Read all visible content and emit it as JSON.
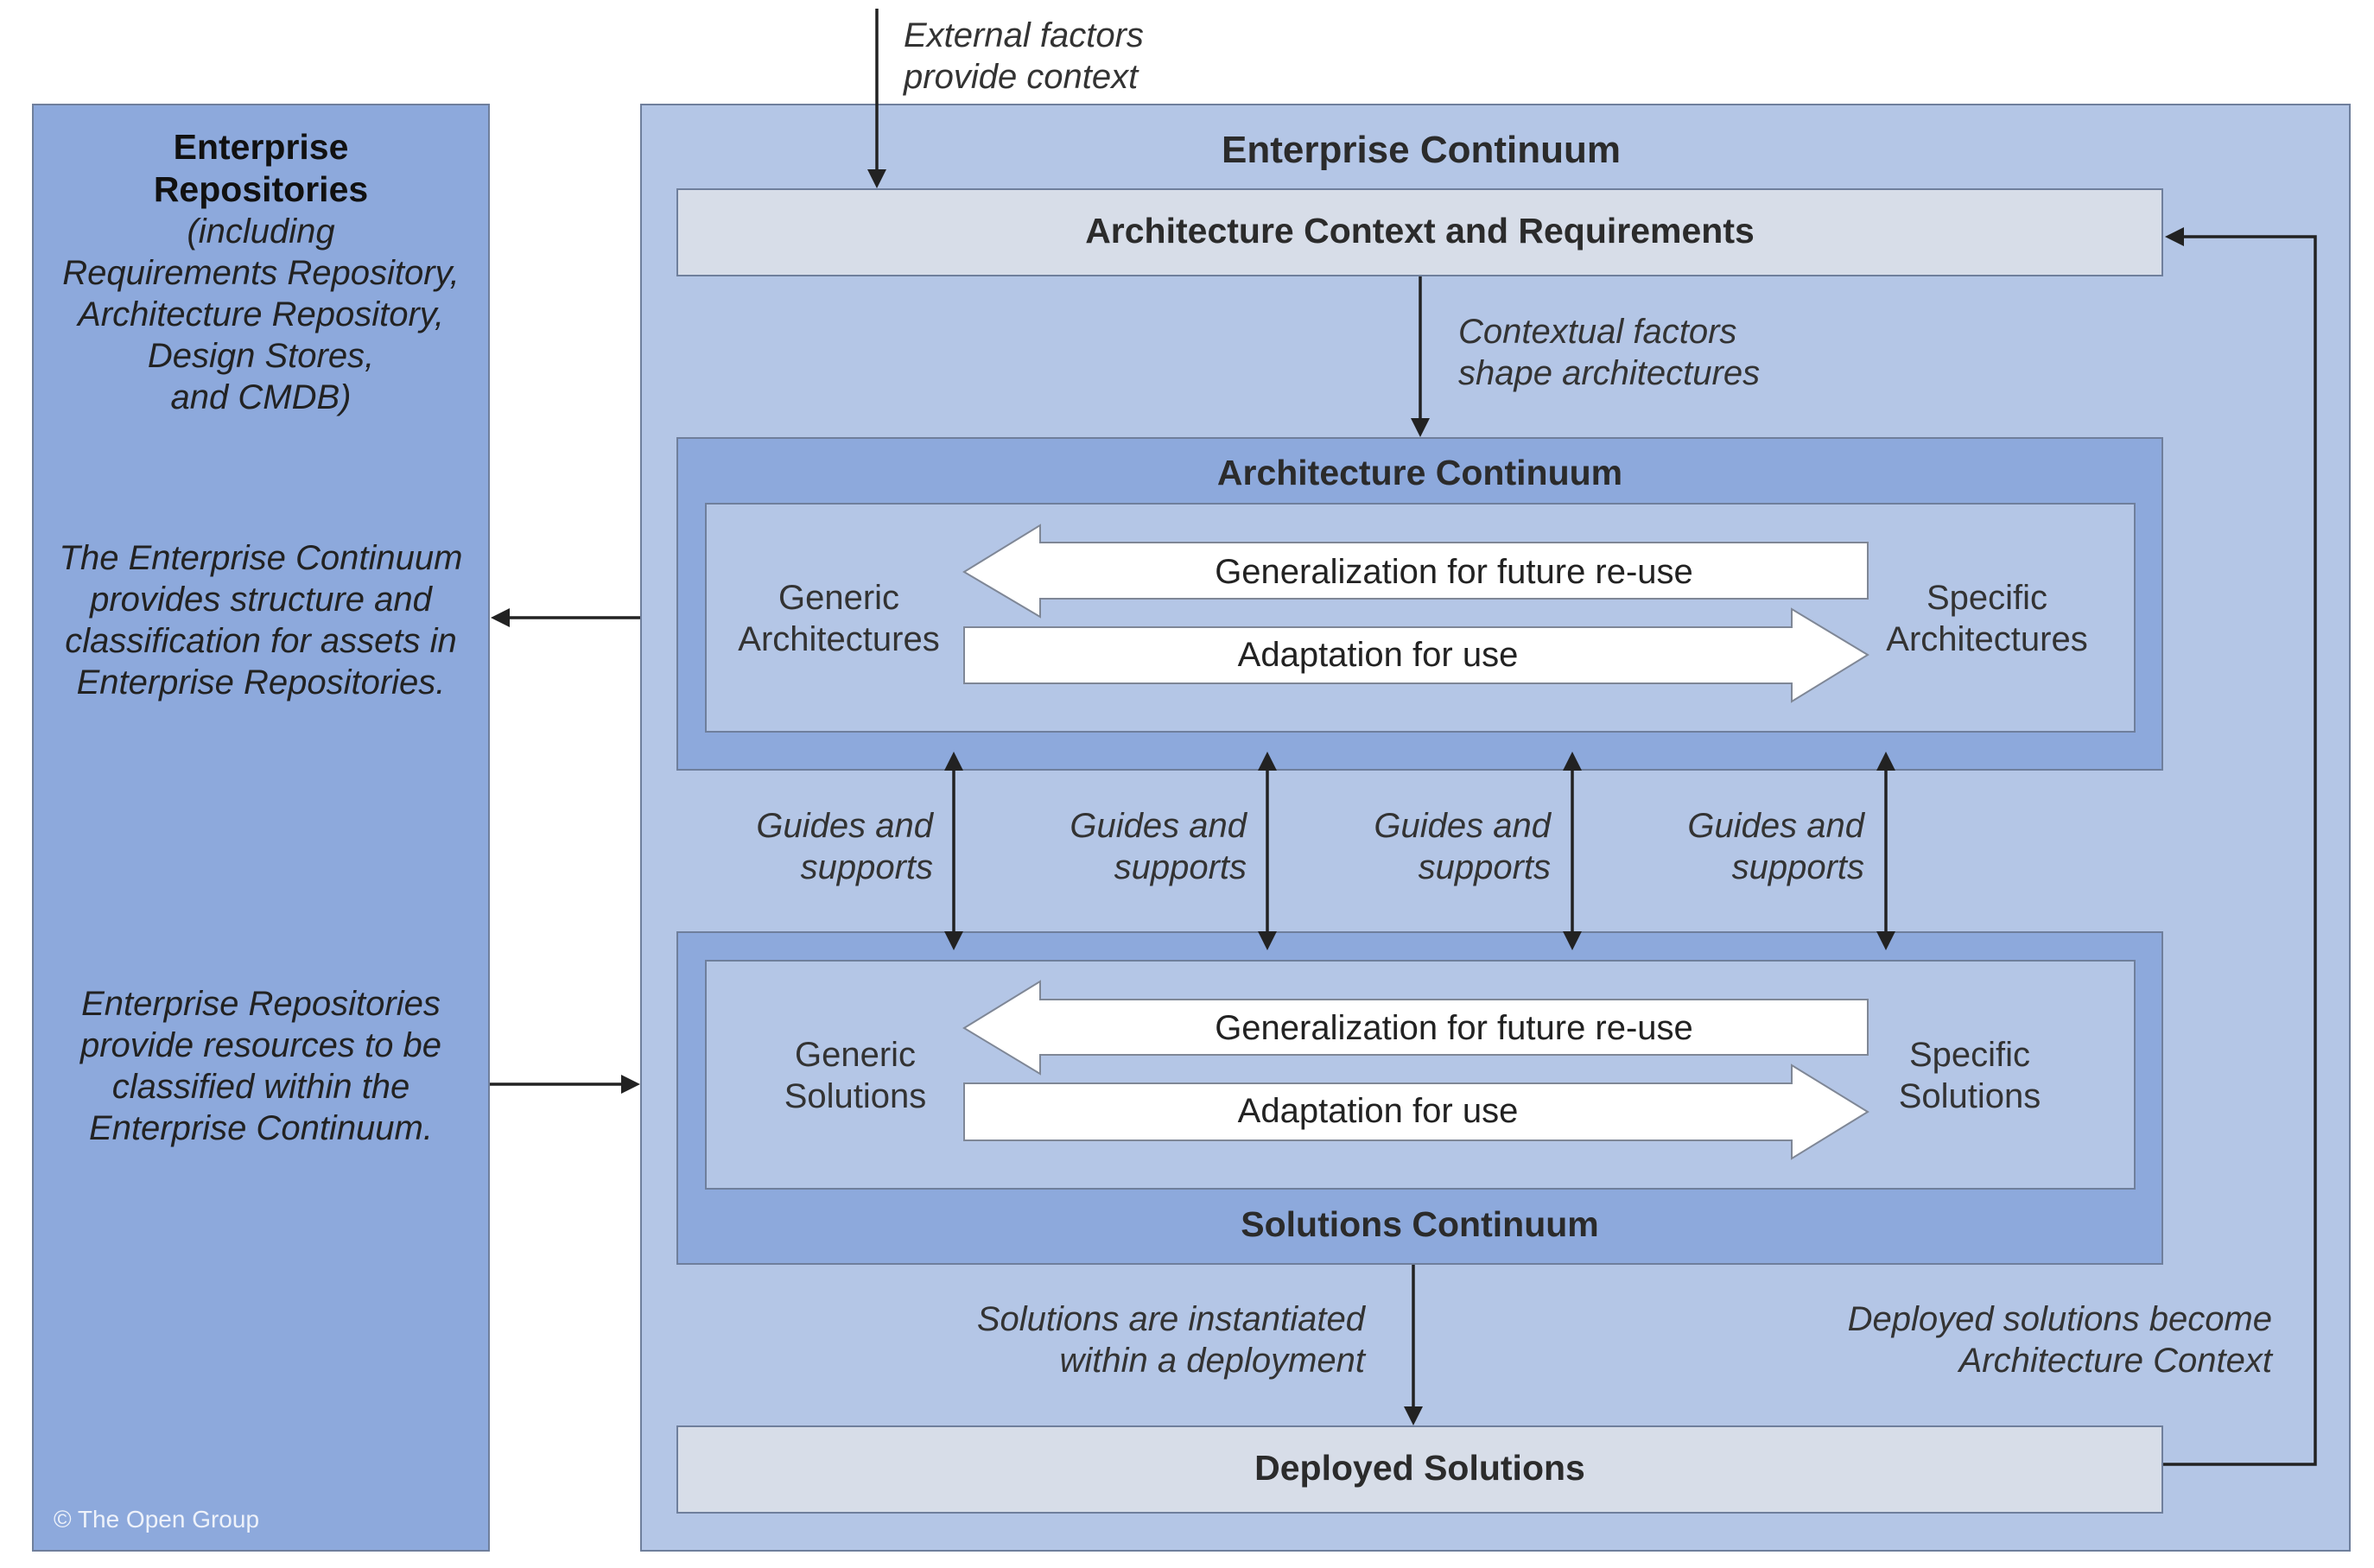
{
  "repository": {
    "title_line1": "Enterprise",
    "title_line2": "Repositories",
    "subtitle_lines": [
      "(including",
      "Requirements Repository,",
      "Architecture Repository,",
      "Design Stores,",
      "and CMDB)"
    ],
    "structure_note_lines": [
      "The Enterprise Continuum",
      "provides structure and",
      "classification for assets in",
      "Enterprise Repositories."
    ],
    "resources_note_lines": [
      "Enterprise Repositories",
      "provide resources to be",
      "classified within the",
      "Enterprise Continuum."
    ],
    "copyright": "© The Open Group"
  },
  "external": {
    "lines": [
      "External factors",
      "provide context"
    ]
  },
  "enterprise_continuum": {
    "title": "Enterprise Continuum",
    "context_bar": "Architecture Context and Requirements",
    "contextual_note_lines": [
      "Contextual factors",
      "shape architectures"
    ],
    "deployed_bar": "Deployed Solutions",
    "instantiated_note_lines": [
      "Solutions are instantiated",
      "within a deployment"
    ],
    "deployed_context_note_lines": [
      "Deployed solutions become",
      "Architecture Context"
    ]
  },
  "architecture_continuum": {
    "title": "Architecture Continuum",
    "generic_lines": [
      "Generic",
      "Architectures"
    ],
    "specific_lines": [
      "Specific",
      "Architectures"
    ],
    "generalization": "Generalization for future re-use",
    "adaptation": "Adaptation for use"
  },
  "solutions_continuum": {
    "title": "Solutions Continuum",
    "generic_lines": [
      "Generic",
      "Solutions"
    ],
    "specific_lines": [
      "Specific",
      "Solutions"
    ],
    "generalization": "Generalization for future re-use",
    "adaptation": "Adaptation for use"
  },
  "guides": [
    {
      "lines": [
        "Guides and",
        "supports"
      ]
    },
    {
      "lines": [
        "Guides and",
        "supports"
      ]
    },
    {
      "lines": [
        "Guides and",
        "supports"
      ]
    },
    {
      "lines": [
        "Guides and",
        "supports"
      ]
    }
  ],
  "colors": {
    "panel_dark": "#8da9dc",
    "panel_light": "#b4c6e6",
    "bar_grey": "#d7dde8",
    "border": "#6f7f9c",
    "arrow": "#222222"
  }
}
